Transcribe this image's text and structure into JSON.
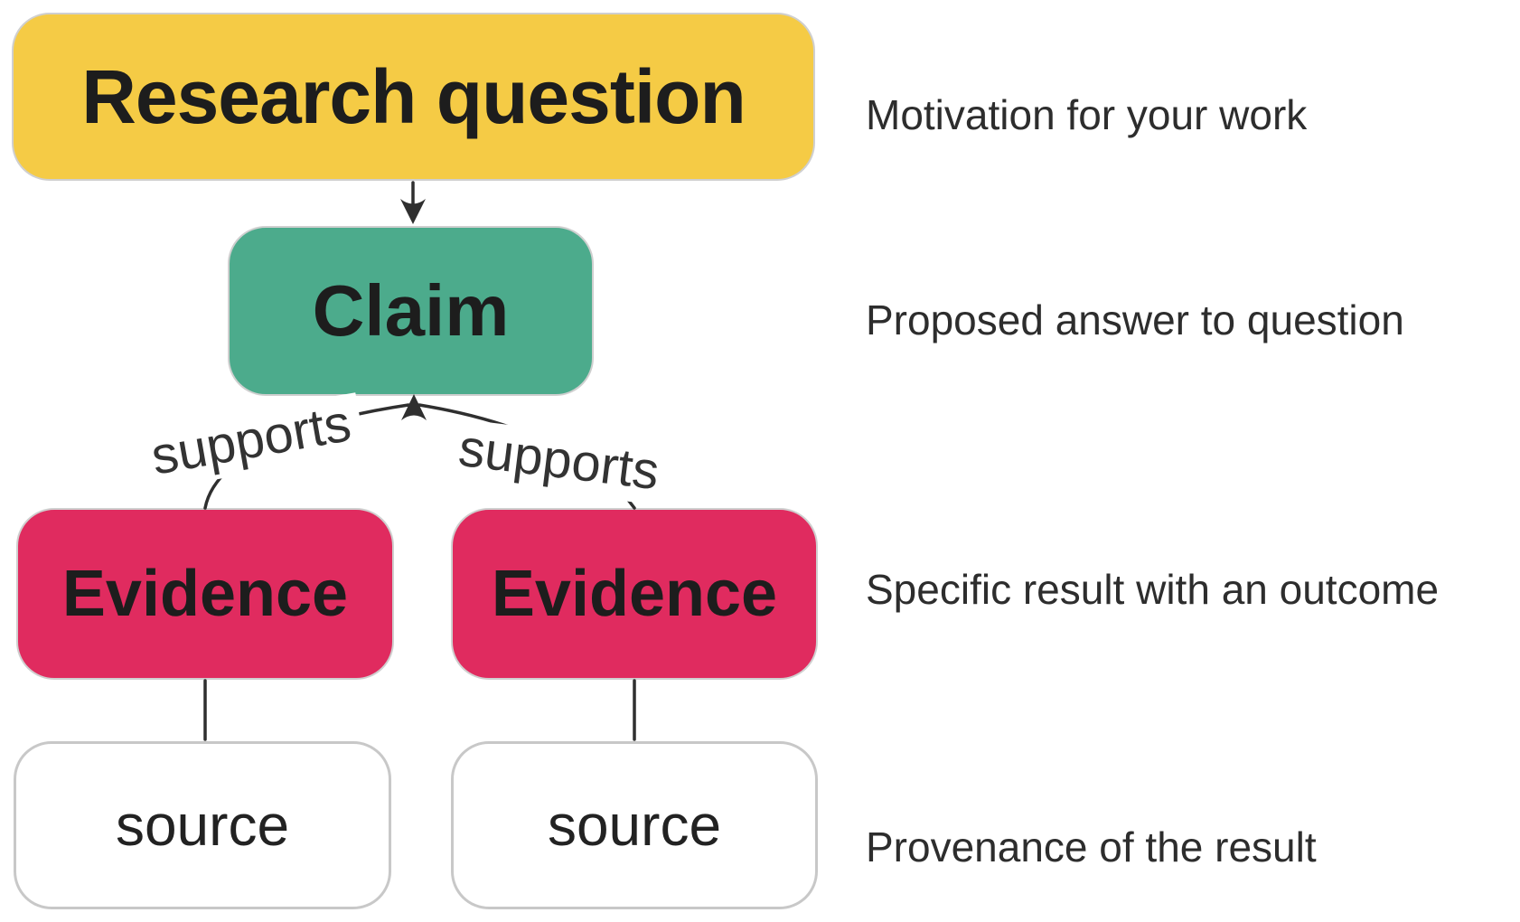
{
  "diagram": {
    "nodes": {
      "research_question": {
        "label": "Research question",
        "fill": "#F5CB45"
      },
      "claim": {
        "label": "Claim",
        "fill": "#4CAB8C"
      },
      "evidence_left": {
        "label": "Evidence",
        "fill": "#E02B5F"
      },
      "evidence_right": {
        "label": "Evidence",
        "fill": "#E02B5F"
      },
      "source_left": {
        "label": "source",
        "fill": "#FFFFFF"
      },
      "source_right": {
        "label": "source",
        "fill": "#FFFFFF"
      }
    },
    "edges": {
      "supports_left": {
        "label": "supports"
      },
      "supports_right": {
        "label": "supports"
      }
    },
    "annotations": {
      "research_question": "Motivation for your work",
      "claim": "Proposed answer to question",
      "evidence": "Specific result with an outcome",
      "source": "Provenance of the result"
    },
    "colors": {
      "research_fill": "#F5CB45",
      "claim_fill": "#4CAB8C",
      "evidence_fill": "#E02B5F",
      "source_fill": "#FFFFFF",
      "line": "#2F2F2F",
      "node_text": "#1D1D1D",
      "annotation_text": "#2D2D2D",
      "box_border": "#CFCFCF"
    }
  }
}
